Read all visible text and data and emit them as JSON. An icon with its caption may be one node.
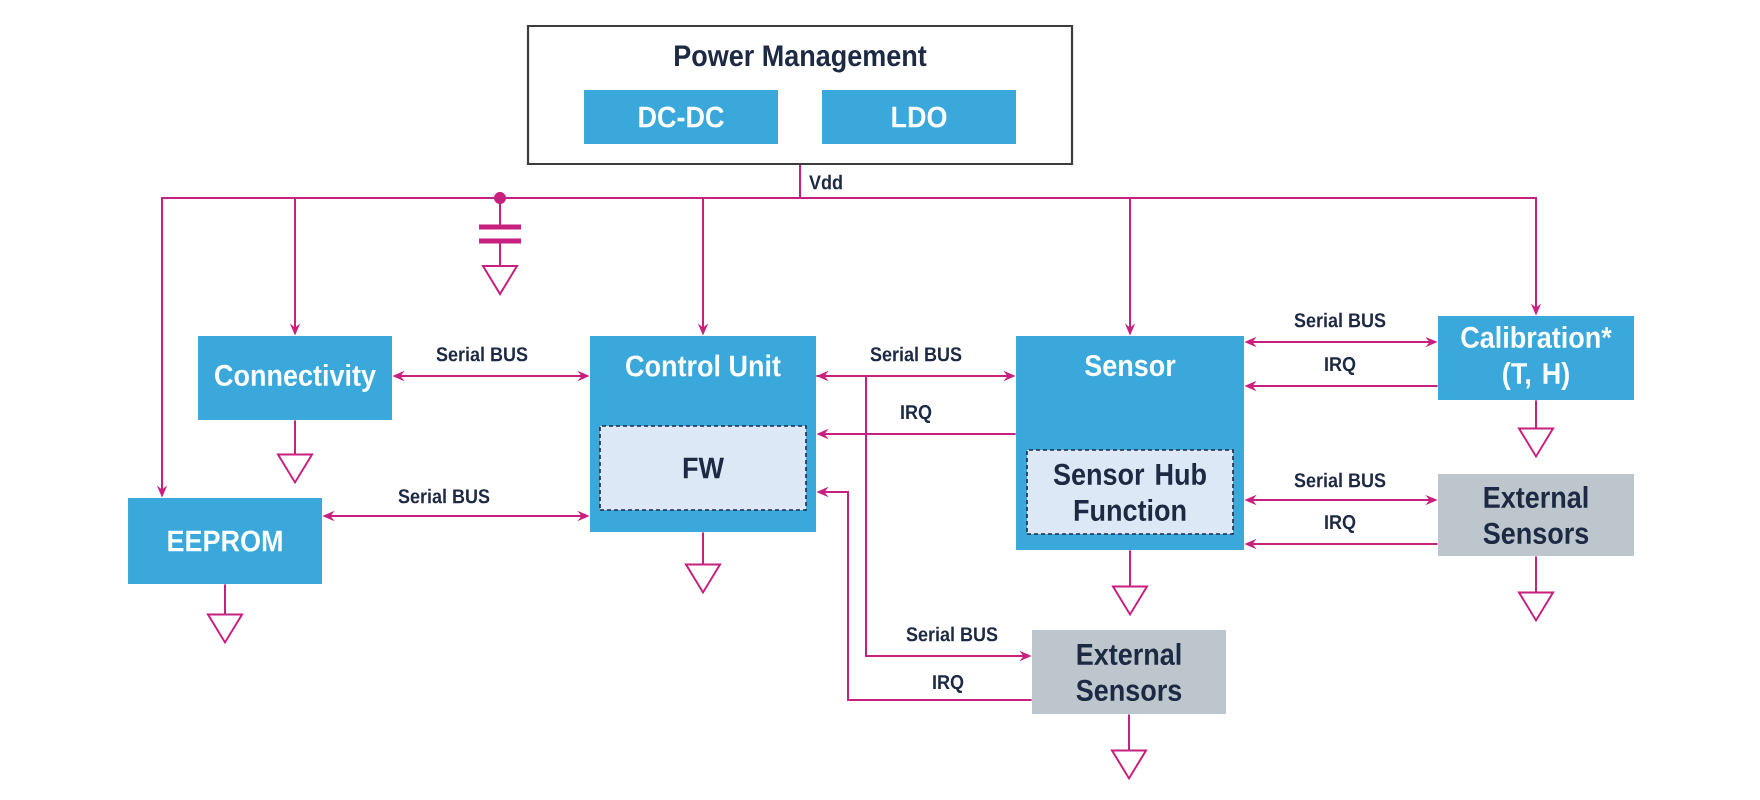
{
  "diagram": {
    "nodes": [
      {
        "text": [
          "Power Management"
        ]
      },
      {
        "text": [
          "DC-DC"
        ],
        "in": 0
      },
      {
        "text": [
          "LDO"
        ],
        "in": 0
      },
      {
        "text": [
          "Connectivity"
        ]
      },
      {
        "text": [
          "Control Unit"
        ]
      },
      {
        "text": [
          "FW"
        ],
        "in": 4
      },
      {
        "text": [
          "Sensor"
        ]
      },
      {
        "text": [
          "Sensor Hub Function"
        ],
        "in": 6
      },
      {
        "text": [
          "Calibration* (T, H)"
        ]
      },
      {
        "text": [
          "EEPROM"
        ]
      },
      {
        "text": [
          "External Sensors"
        ]
      },
      {
        "text": [
          "External Sensors"
        ]
      }
    ],
    "edges": [
      {
        "from": 0,
        "to": 3,
        "arrow": "to",
        "label": "Vdd"
      },
      {
        "from": 0,
        "to": 9,
        "arrow": "to"
      },
      {
        "from": 0,
        "to": 4,
        "arrow": "to"
      },
      {
        "from": 0,
        "to": 6,
        "arrow": "to"
      },
      {
        "from": 0,
        "to": 8,
        "arrow": "to"
      },
      {
        "from": 3,
        "to": 4,
        "arrow": "both",
        "label": "Serial BUS"
      },
      {
        "from": 9,
        "to": 4,
        "arrow": "both",
        "label": "Serial BUS"
      },
      {
        "from": 4,
        "to": 6,
        "arrow": "both",
        "label": "Serial BUS"
      },
      {
        "from": 6,
        "to": 4,
        "arrow": "to",
        "label": "IRQ"
      },
      {
        "from": 4,
        "to": 11,
        "arrow": "to",
        "label": "Serial BUS"
      },
      {
        "from": 11,
        "to": 4,
        "arrow": "to",
        "label": "IRQ"
      },
      {
        "from": 6,
        "to": 8,
        "arrow": "both",
        "label": "Serial BUS"
      },
      {
        "from": 8,
        "to": 6,
        "arrow": "to",
        "label": "IRQ"
      },
      {
        "from": 6,
        "to": 10,
        "arrow": "both",
        "label": "Serial BUS"
      },
      {
        "from": 10,
        "to": 6,
        "arrow": "to",
        "label": "IRQ"
      }
    ]
  }
}
